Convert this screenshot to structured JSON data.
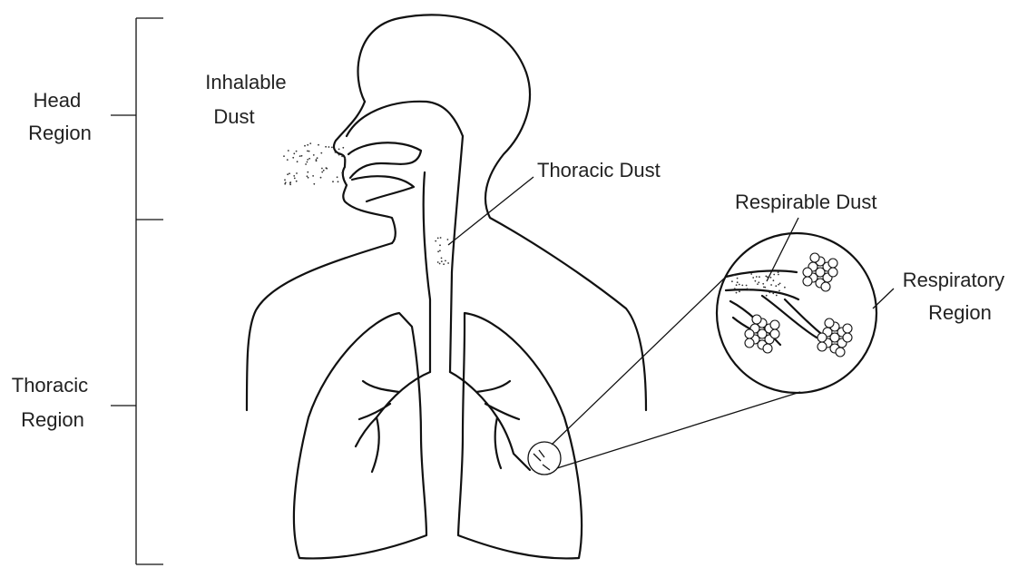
{
  "labels": {
    "head_region": [
      "Head",
      "Region"
    ],
    "thoracic_region": [
      "Thoracic",
      "Region"
    ],
    "inhalable_dust": [
      "Inhalable",
      "Dust"
    ],
    "thoracic_dust": "Thoracic Dust",
    "respirable_dust": "Respirable Dust",
    "respiratory_region": [
      "Respiratory",
      "Region"
    ]
  },
  "colors": {
    "ink": "#111111",
    "text": "#222222",
    "background": "#ffffff"
  }
}
